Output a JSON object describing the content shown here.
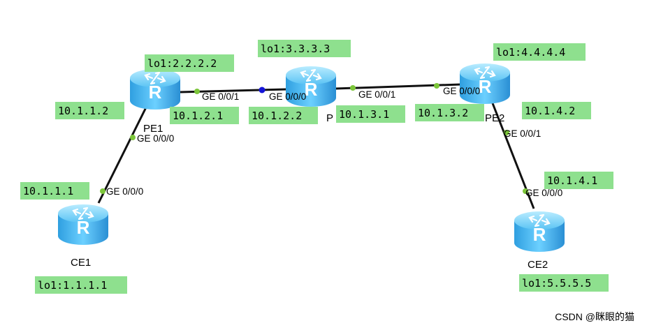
{
  "colors": {
    "label_bg": "#8ee08e",
    "link": "#111111",
    "port_dot": "#7cc63a",
    "active_port_dot": "#1515d8",
    "router_body": "#4ab8f0"
  },
  "routers": [
    {
      "id": "CE1",
      "name": "CE1",
      "loopback": "lo1:1.1.1.1",
      "icon": "router-icon"
    },
    {
      "id": "PE1",
      "name": "PE1",
      "loopback": "lo1:2.2.2.2",
      "icon": "router-icon"
    },
    {
      "id": "P",
      "name": "P",
      "loopback": "lo1:3.3.3.3",
      "icon": "router-icon"
    },
    {
      "id": "PE2",
      "name": "PE2",
      "loopback": "lo1:4.4.4.4",
      "icon": "router-icon"
    },
    {
      "id": "CE2",
      "name": "CE2",
      "loopback": "lo1:5.5.5.5",
      "icon": "router-icon"
    }
  ],
  "links": [
    {
      "from": "CE1",
      "to": "PE1",
      "from_port": "GE 0/0/0",
      "to_port": "GE 0/0/0",
      "from_ip": "10.1.1.1",
      "to_ip": "10.1.1.2"
    },
    {
      "from": "PE1",
      "to": "P",
      "from_port": "GE 0/0/1",
      "to_port": "GE 0/0/0",
      "from_ip": "10.1.2.1",
      "to_ip": "10.1.2.2"
    },
    {
      "from": "P",
      "to": "PE2",
      "from_port": "GE 0/0/1",
      "to_port": "GE 0/0/0",
      "from_ip": "10.1.3.1",
      "to_ip": "10.1.3.2"
    },
    {
      "from": "PE2",
      "to": "CE2",
      "from_port": "GE 0/0/1",
      "to_port": "GE 0/0/0",
      "from_ip": "10.1.4.2",
      "to_ip": "10.1.4.1"
    }
  ],
  "watermark": "CSDN @眯眼的猫"
}
